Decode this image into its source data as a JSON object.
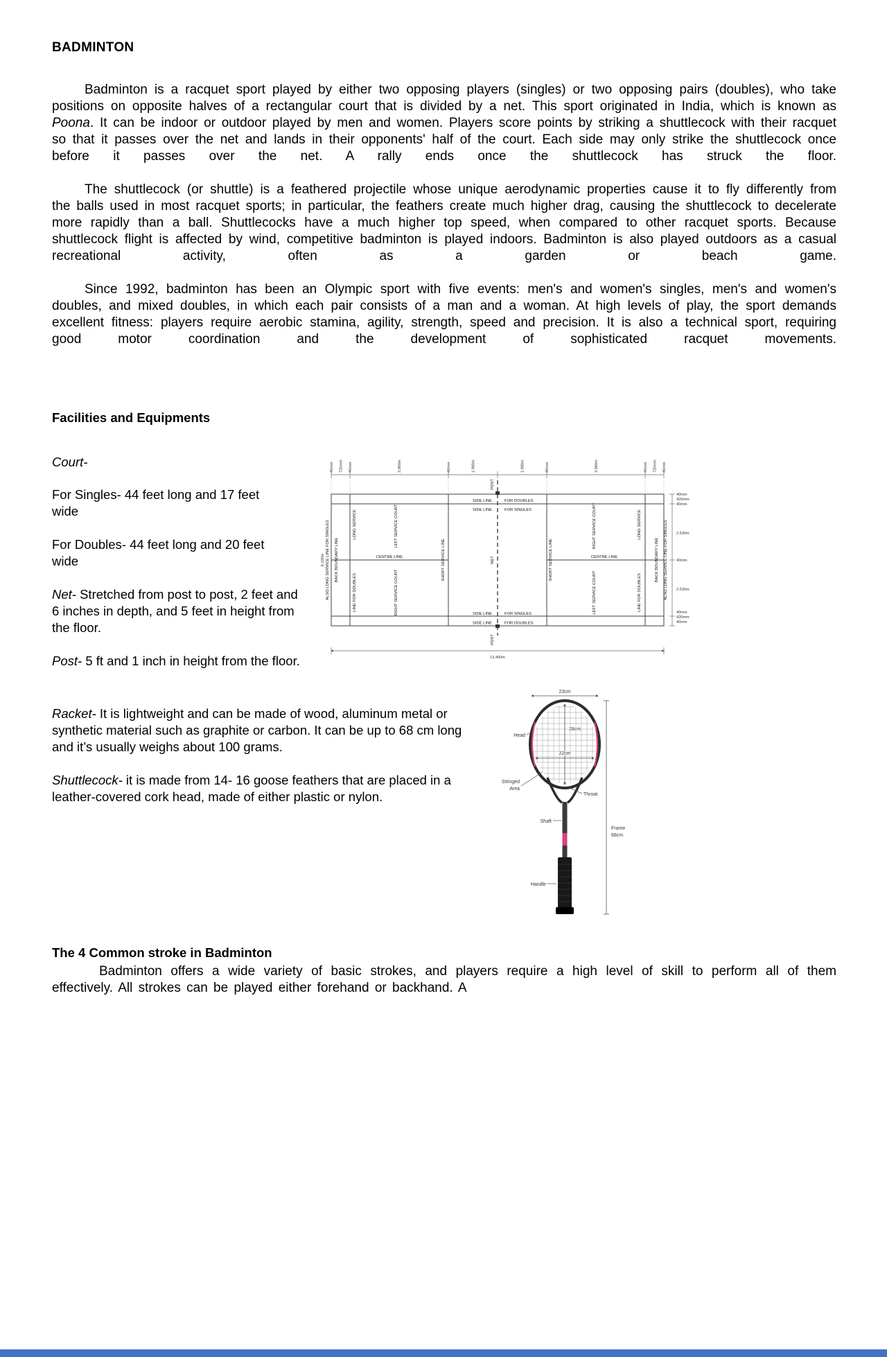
{
  "doc": {
    "title": "BADMINTON",
    "p1_before": "Badminton is a racquet sport played by either two opposing players (singles) or two opposing pairs (doubles), who take positions on opposite halves of a rectangular court that is divided by a net. This sport originated in India, which is known as ",
    "p1_italic": "Poona",
    "p1_after": ". It can be indoor or outdoor played by men and women.  Players score points by striking a shuttlecock with their racquet so that it passes over the net and lands in their opponents' half of the court. Each side may only strike the shuttlecock once before it passes over the net. A rally ends once the shuttlecock has struck the floor.",
    "p2": "The shuttlecock (or shuttle) is a feathered projectile whose unique aerodynamic properties cause it to fly differently from the balls used in most racquet sports; in particular, the feathers create much higher drag, causing the shuttlecock to decelerate more rapidly than a ball. Shuttlecocks have a much higher top speed, when compared to other racquet sports. Because shuttlecock flight is affected by wind, competitive badminton is played indoors. Badminton is also played outdoors as a casual recreational activity, often as a garden or beach game.",
    "p3": "Since 1992, badminton has been an Olympic sport with five events: men's and women's singles, men's and women's doubles, and mixed doubles, in which each pair consists of a man and a woman. At high levels of play, the sport demands excellent fitness: players require aerobic stamina, agility, strength, speed and precision. It is also a technical sport, requiring good motor coordination and the development of sophisticated racquet movements."
  },
  "facilities": {
    "heading": "Facilities and Equipments",
    "court_label": "Court-",
    "singles": "For Singles- 44 feet long and 17 feet wide",
    "doubles": "For Doubles- 44 feet long and 20 feet wide",
    "net_label": "Net-",
    "net_text": " Stretched from post to post, 2 feet and 6 inches in depth, and 5 feet in height  from the floor.",
    "post_label": "Post-",
    "post_text": " 5 ft and 1 inch in height from the floor.",
    "racket_label": "Racket-",
    "racket_text": "  It is lightweight and can be made of wood, aluminum metal or synthetic material such as graphite or carbon. It can be up to 68 cm long and it’s usually weighs about 100 grams.",
    "shuttle_label": "Shuttlecock-",
    "shuttle_text": "  it is made from 14- 16 goose feathers that are placed in a leather-covered cork head, made of either plastic or nylon."
  },
  "court": {
    "top_dims": [
      "40mm",
      "720mm",
      "40mm",
      "3.960m",
      "40mm",
      "1.980m",
      "1.980m",
      "40mm",
      "3.960m",
      "40mm",
      "720mm",
      "40mm"
    ],
    "right_dims": [
      "40mm",
      "420mm",
      "40mm",
      "2.530m",
      "40mm",
      "2.530m",
      "40mm",
      "420mm",
      "40mm"
    ],
    "width_dim": "6.100m",
    "length_dim": "13.400m",
    "side_line": "SIDE LINE",
    "for_doubles": "FOR DOUBLES",
    "for_singles": "FOR SINGLES",
    "post": "POST",
    "net": "NET",
    "centre_line": "CENTRE LINE",
    "short_service_line": "SHORT SERVICE LINE",
    "long_service": "LONG SERVICE",
    "line_for_doubles": "LINE FOR DOUBLES",
    "left_service_court": "LEFT SERVICE COURT",
    "right_service_court": "RIGHT SERVICE COURT",
    "back_boundary_line": "BACK BOUNDARY LINE",
    "also_long_service": "ALSO LONG SERVICE LINE FOR SINGLES"
  },
  "racket": {
    "dim_head_width": "23cm",
    "dim_inner_height": "28cm",
    "dim_inner_width": "22cm",
    "head": "Head",
    "stringed_1": "Stringed",
    "stringed_2": "Area",
    "throat": "Throat",
    "shaft": "Shaft",
    "frame_1": "Frame",
    "frame_2": "68cm",
    "handle": "Handle"
  },
  "strokes": {
    "heading": "The 4 Common stroke in Badminton",
    "paragraph": "Badminton offers a wide variety of basic strokes, and players require a high level of skill to perform all of them effectively. All strokes can be played either forehand or backhand. A"
  },
  "footer": {
    "bar_color": "#4472c4",
    "bar_style": "background-color:#4472c4"
  }
}
